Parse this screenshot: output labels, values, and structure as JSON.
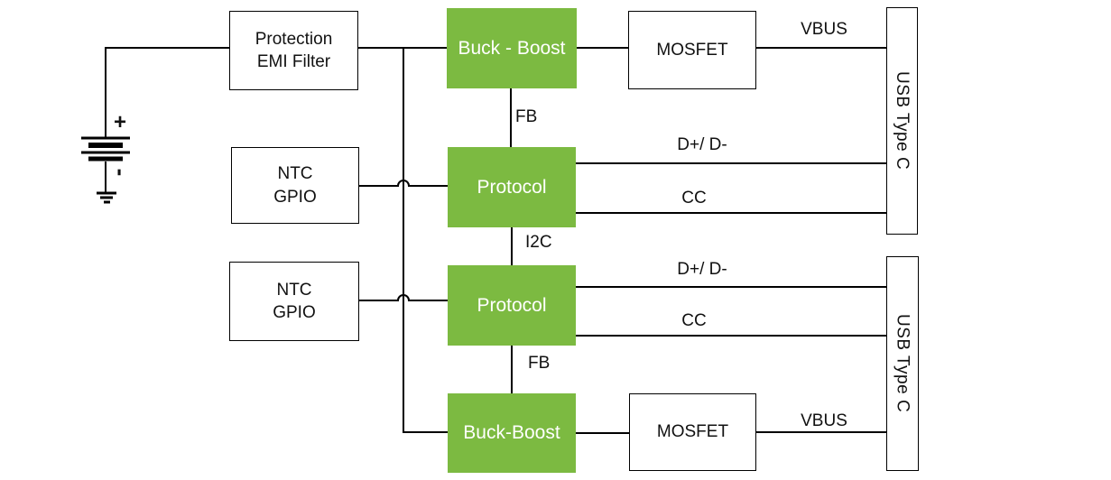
{
  "colors": {
    "green": "#7CBA41",
    "line": "#000000",
    "text": "#111111"
  },
  "blocks": {
    "protection": {
      "line1": "Protection",
      "line2": "EMI Filter"
    },
    "buck_boost_top": {
      "label": "Buck - Boost"
    },
    "mosfet_top": {
      "label": "MOSFET"
    },
    "usb_type_c_top": {
      "label": "USB Type C"
    },
    "ntc_gpio_top": {
      "line1": "NTC",
      "line2": "GPIO"
    },
    "protocol_top": {
      "label": "Protocol"
    },
    "ntc_gpio_bottom": {
      "line1": "NTC",
      "line2": "GPIO"
    },
    "protocol_bottom": {
      "label": "Protocol"
    },
    "buck_boost_bottom": {
      "label": "Buck-Boost"
    },
    "mosfet_bottom": {
      "label": "MOSFET"
    },
    "usb_type_c_bottom": {
      "label": "USB Type C"
    }
  },
  "wire_labels": {
    "vbus_top": "VBUS",
    "fb_top": "FB",
    "dplus_dminus_top": "D+/ D-",
    "cc_top": "CC",
    "i2c": "I2C",
    "dplus_dminus_bottom": "D+/ D-",
    "cc_bottom": "CC",
    "fb_bottom": "FB",
    "vbus_bottom": "VBUS"
  },
  "battery": {
    "plus": "+",
    "minus": "-"
  }
}
